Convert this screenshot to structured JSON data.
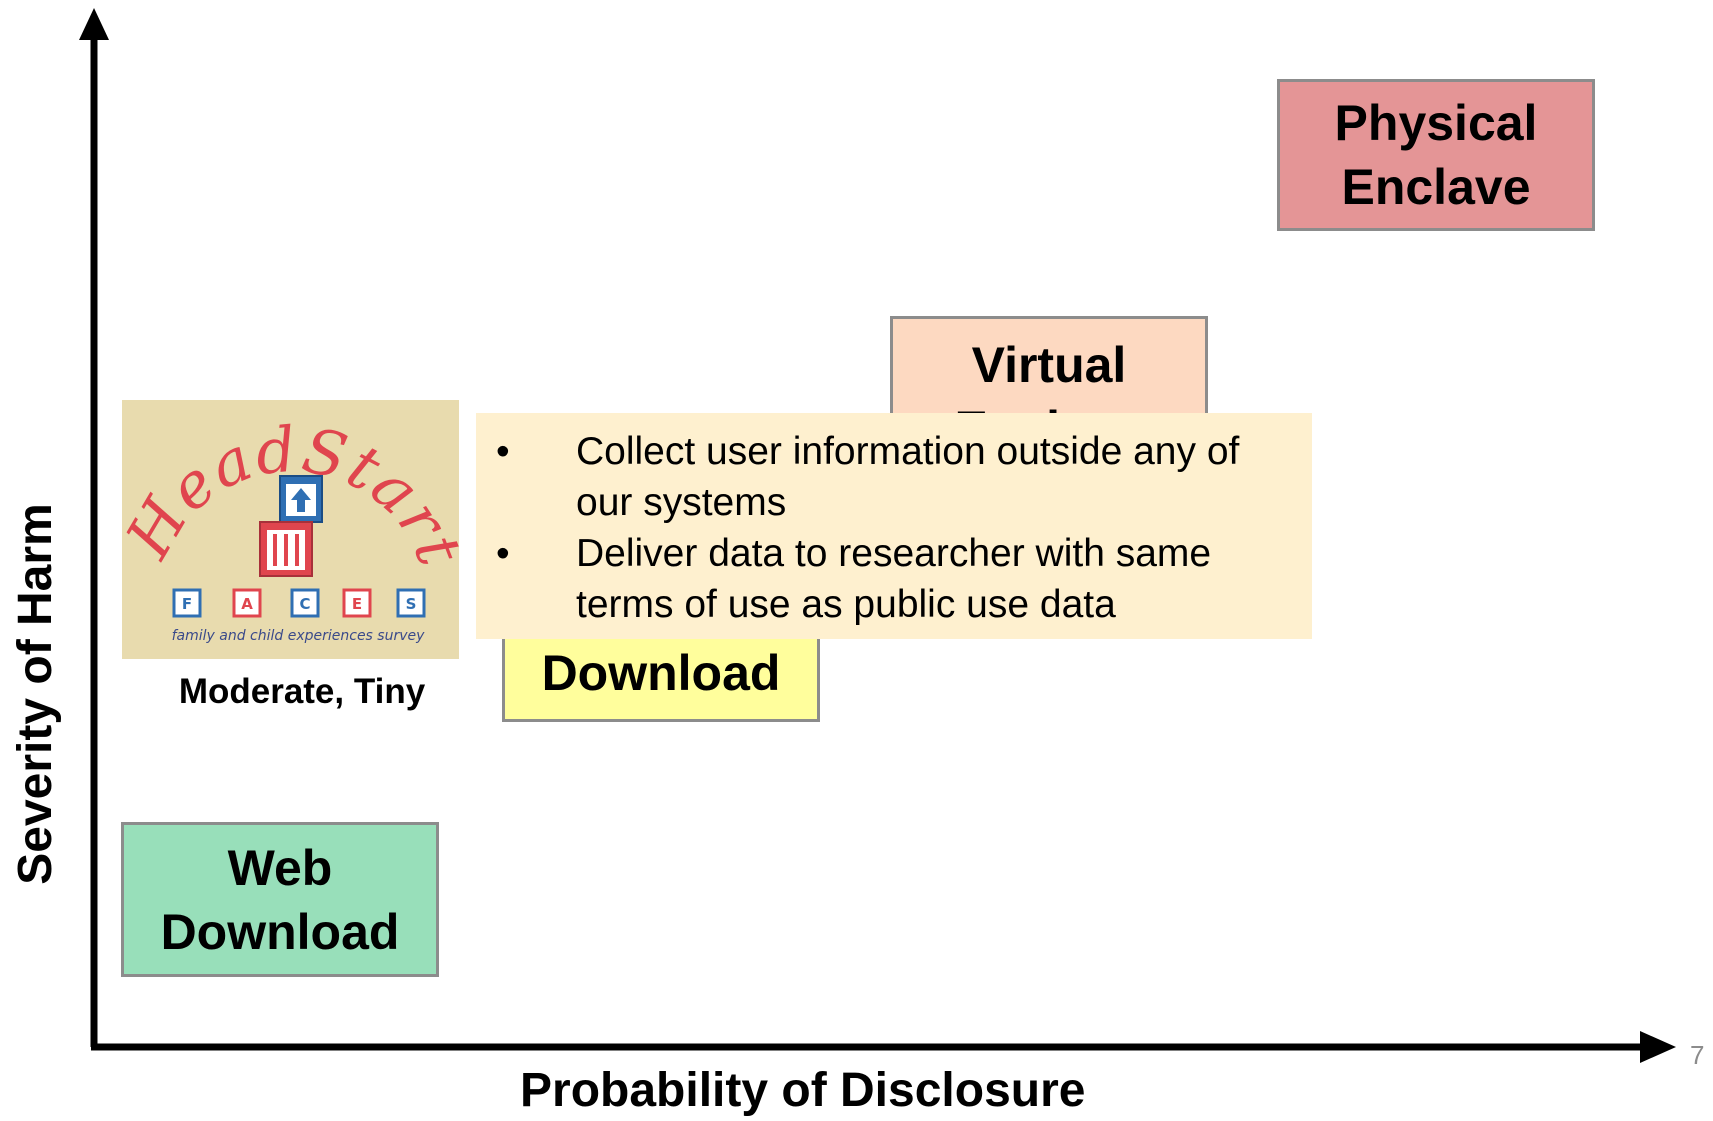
{
  "axes": {
    "x_title": "Probability of Disclosure",
    "y_title": "Severity of Harm"
  },
  "boxes": {
    "web_download": {
      "lines": [
        "Web",
        "Download"
      ],
      "color": "#98dfba"
    },
    "physical_enclave": {
      "lines": [
        "Physical",
        "Enclave"
      ],
      "color": "#e49596"
    },
    "virtual_enclave": {
      "lines": [
        "Virtual",
        "Enclave"
      ],
      "color": "#fdd9c1"
    },
    "download": {
      "lines": [
        "Download"
      ],
      "color": "#fffe9c"
    }
  },
  "logo": {
    "word": "HeadStart",
    "letters": [
      "F",
      "A",
      "C",
      "E",
      "S"
    ],
    "tagline": "family and child experiences survey",
    "caption": "Moderate, Tiny"
  },
  "callout": {
    "bullet_symbol": "•",
    "items": [
      "Collect user information outside any of our systems",
      "Deliver data to researcher with same terms of use as public use data"
    ],
    "background": "#fef0cf"
  },
  "page_number": "7"
}
